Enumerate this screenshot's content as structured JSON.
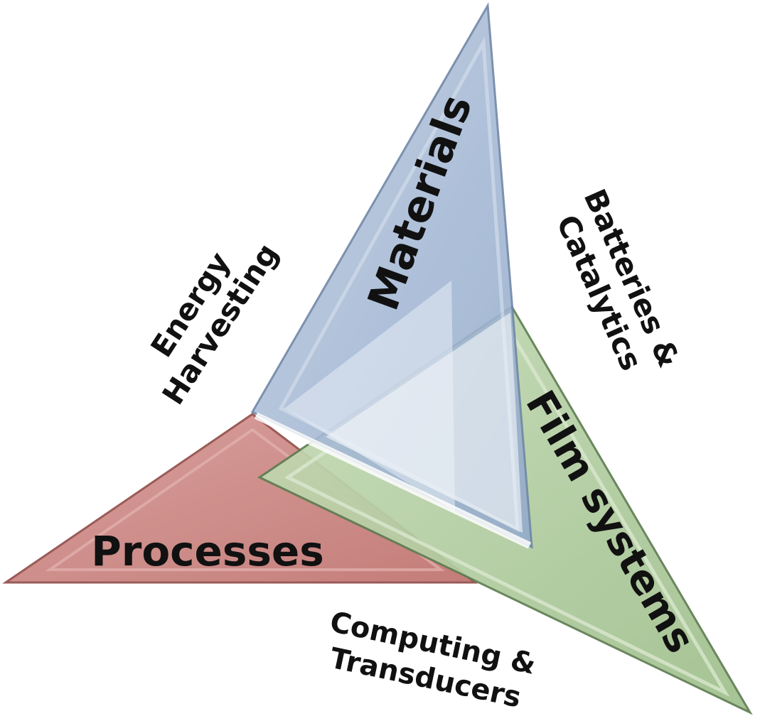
{
  "labels": {
    "materials": "Materials",
    "processes": "Processes",
    "film_systems": "Film systems",
    "energy_line1": "Energy",
    "energy_line2": "Harvesting",
    "batteries_line1": "Batteries &",
    "batteries_line2": "Catalytics",
    "computing_line1": "Computing &",
    "computing_line2": "Transducers"
  },
  "colors": {
    "materials_fill": "#a9bcd6",
    "materials_stroke": "#6f86a6",
    "processes_fill": "#cf8c89",
    "processes_stroke": "#9a5b58",
    "film_fill": "#b4cfa3",
    "film_stroke": "#5f7d52",
    "overlap_fill": "#e6ebf4",
    "text": "#111111"
  }
}
